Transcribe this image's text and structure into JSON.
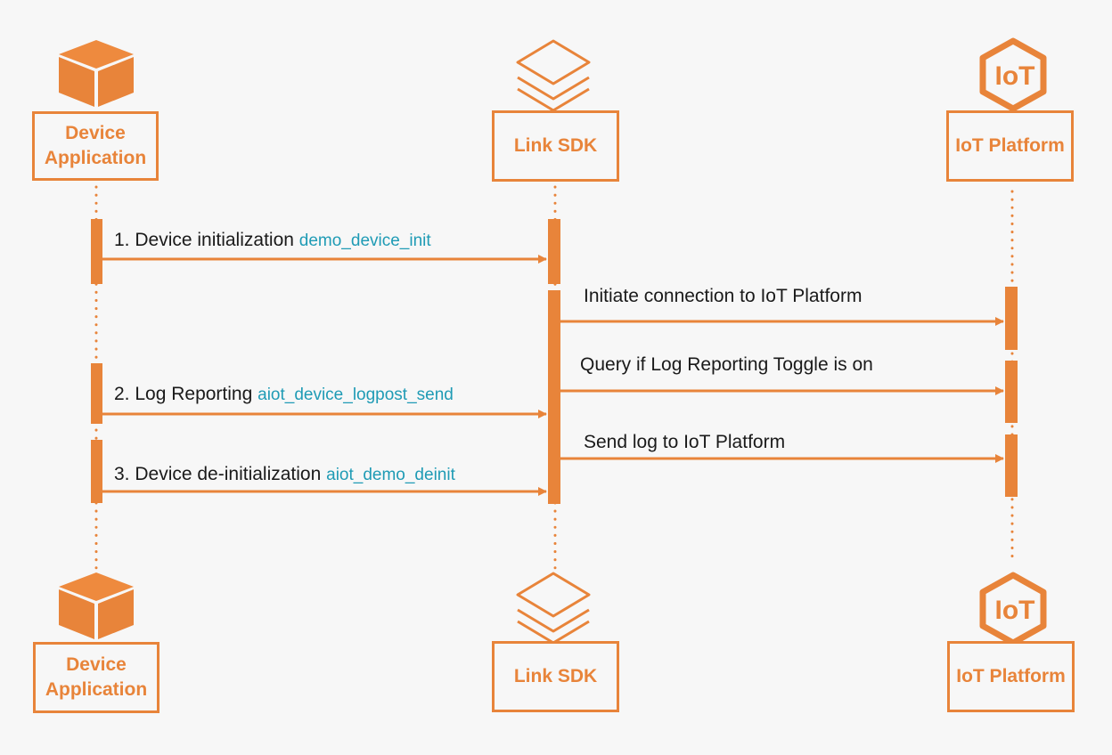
{
  "colors": {
    "accent": "#e8843a",
    "function_name": "#1f9bb5",
    "message_text": "#1a1a1a",
    "background": "#f7f7f7"
  },
  "participants": {
    "device_application": {
      "label_line1": "Device",
      "label_line2": "Application",
      "icon": "cube-icon"
    },
    "link_sdk": {
      "label": "Link SDK",
      "icon": "layers-icon"
    },
    "iot_platform": {
      "label": "IoT Platform",
      "icon": "iot-hexagon-icon",
      "icon_text": "IoT"
    }
  },
  "messages": {
    "device_init": {
      "text": "1. Device initialization",
      "function": "demo_device_init"
    },
    "initiate_connection": {
      "text": "Initiate connection to IoT Platform"
    },
    "query_toggle": {
      "text": "Query if Log Reporting Toggle is on"
    },
    "log_reporting": {
      "text": "2. Log Reporting",
      "function": "aiot_device_logpost_send"
    },
    "send_log": {
      "text": "Send log to IoT Platform"
    },
    "device_deinit": {
      "text": "3. Device de-initialization",
      "function": "aiot_demo_deinit"
    }
  }
}
